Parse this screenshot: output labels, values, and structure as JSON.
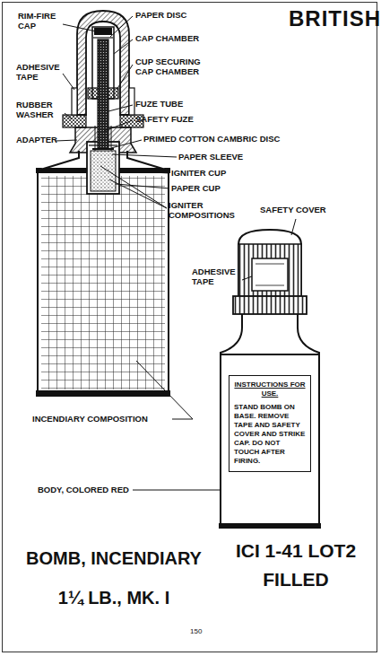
{
  "diagram": {
    "title": "BRITISH",
    "caption": "BOMB, INCENDIARY 1¼ LB., MK. I",
    "nodes": [
      {
        "text": [
          "INSTRUCTIONS FOR USE.",
          "STAND BOMB ON BASE. REMOVE TAPE AND SAFETY COVER AND STRIKE CAP. DO NOT TOUCH AFTER FIRING."
        ]
      }
    ],
    "labels": [
      "RIM-FIRE CAP",
      "PAPER DISC",
      "CAP CHAMBER",
      "ADHESIVE TAPE",
      "CUP SECURING CAP CHAMBER",
      "RUBBER WASHER",
      "FUZE TUBE",
      "SAFETY FUZE",
      "ADAPTER",
      "PRIMED COTTON CAMBRIC DISC",
      "PAPER SLEEVE",
      "IGNITER CUP",
      "PAPER CUP",
      "IGNITER COMPOSITIONS",
      "SAFETY COVER",
      "ADHESIVE TAPE",
      "INCENDIARY COMPOSITION",
      "BODY, COLORED RED",
      "ICI 1-41 LOT2 FILLED",
      "150"
    ]
  }
}
